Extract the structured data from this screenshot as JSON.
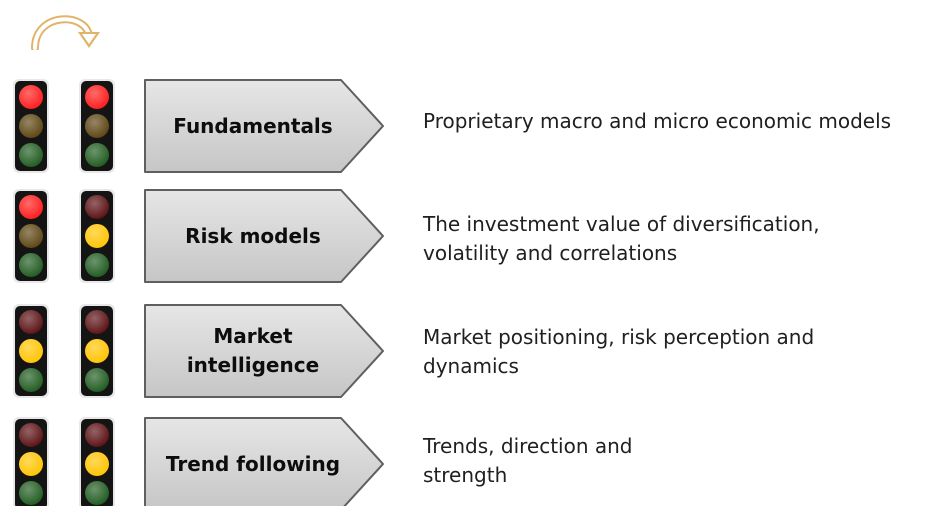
{
  "icons": {
    "cycle": "curved-arrow-icon",
    "light": "traffic-light-icon",
    "step": "chevron-arrow-shape"
  },
  "colors": {
    "red_on": "#ff1a1a",
    "red_off": "#5a0f12",
    "amber_on": "#ffc400",
    "amber_off": "#5c4411",
    "green_off": "#1e5a1e",
    "housing": "#141414",
    "arrow_fill": "#d3d3d3",
    "arrow_stroke": "#5f5f5f",
    "cycle_icon": "#e0b46a"
  },
  "rows": [
    {
      "label": "Fundamentals",
      "description": "Proprietary macro and micro economic models",
      "light_left": "red",
      "light_right": "red"
    },
    {
      "label": "Risk models",
      "description": "The investment value of diversification,\nvolatility and correlations",
      "light_left": "red",
      "light_right": "amber"
    },
    {
      "label": "Market\nintelligence",
      "description": "Market positioning, risk perception and\ndynamics",
      "light_left": "amber",
      "light_right": "amber"
    },
    {
      "label": "Trend following",
      "description": "Trends, direction and\nstrength",
      "light_left": "amber",
      "light_right": "amber"
    }
  ]
}
